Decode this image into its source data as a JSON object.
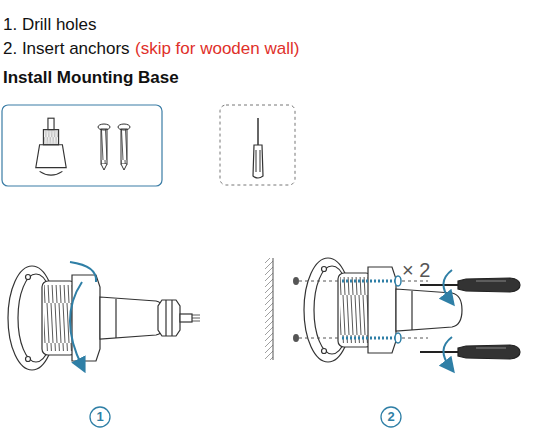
{
  "diagram": {
    "title": "Install Mounting Base",
    "nodes": [
      {
        "text": [
          "1"
        ]
      },
      {
        "text": [
          "2"
        ]
      }
    ],
    "labels": [
      "1. Drill holes",
      "2. Insert anchors",
      "(skip for wooden wall)",
      "× 2"
    ]
  }
}
